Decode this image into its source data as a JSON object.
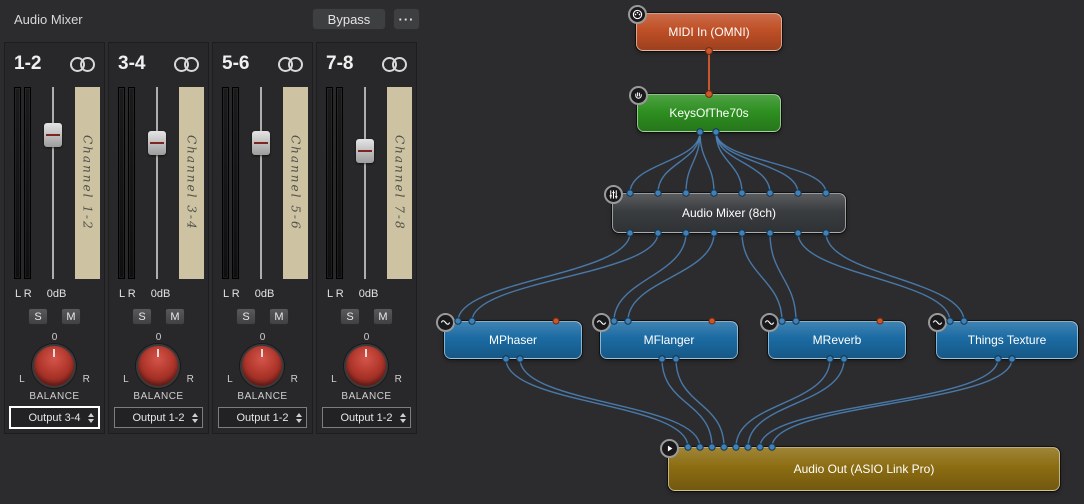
{
  "mixer": {
    "title": "Audio Mixer",
    "bypass_label": "Bypass",
    "menu_label": "···",
    "strings": {
      "lr": "L R",
      "db": "0dB",
      "solo": "S",
      "mute": "M",
      "zero": "0",
      "left": "L",
      "right": "R",
      "balance": "BALANCE"
    },
    "channels": [
      {
        "label": "1-2",
        "strip_name": "Channel 1-2",
        "output": "Output 3-4",
        "selected": true
      },
      {
        "label": "3-4",
        "strip_name": "Channel 3-4",
        "output": "Output 1-2",
        "selected": false
      },
      {
        "label": "5-6",
        "strip_name": "Channel 5-6",
        "output": "Output 1-2",
        "selected": false
      },
      {
        "label": "7-8",
        "strip_name": "Channel 7-8",
        "output": "Output 1-2",
        "selected": false
      }
    ]
  },
  "graph": {
    "nodes": [
      {
        "label": "MIDI In (OMNI)",
        "color": "#bf4f26",
        "icon": "midi-plug-icon"
      },
      {
        "label": "KeysOfThe70s",
        "color": "#2e9021",
        "icon": "hand-icon"
      },
      {
        "label": "Audio Mixer (8ch)",
        "color": "#3a3d40",
        "icon": "mixer-sliders-icon"
      },
      {
        "label": "MPhaser",
        "color": "#1b6ba3",
        "icon": "fx-wave-icon"
      },
      {
        "label": "MFlanger",
        "color": "#1b6ba3",
        "icon": "fx-wave-icon"
      },
      {
        "label": "MReverb",
        "color": "#1b6ba3",
        "icon": "fx-wave-icon"
      },
      {
        "label": "Things Texture",
        "color": "#1b6ba3",
        "icon": "fx-wave-icon"
      },
      {
        "label": "Audio Out (ASIO Link Pro)",
        "color": "#8c6d12",
        "icon": "play-icon"
      }
    ],
    "wire_color": "#4e86bd",
    "midi_wire_color": "#c8572b"
  },
  "theme": {
    "background": "#2c2c2e",
    "strip_bg": "#28282a",
    "tan_strip": "#cdc3a2",
    "knob_red": "#b1372c"
  }
}
